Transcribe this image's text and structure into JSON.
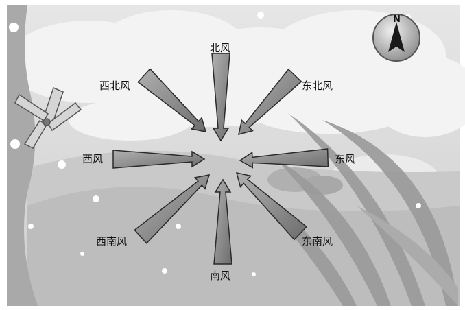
{
  "compass": {
    "north_letter": "N",
    "icon": "compass-icon"
  },
  "winds": [
    {
      "id": "north",
      "label": "北风"
    },
    {
      "id": "northwest",
      "label": "西北风"
    },
    {
      "id": "northeast",
      "label": "东北风"
    },
    {
      "id": "west",
      "label": "西风"
    },
    {
      "id": "east",
      "label": "东风"
    },
    {
      "id": "southwest",
      "label": "西南风"
    },
    {
      "id": "southeast",
      "label": "东南风"
    },
    {
      "id": "south",
      "label": "南风"
    }
  ],
  "colors": {
    "arrow_fill": "#8a8a8a",
    "arrow_stroke": "#2a2a2a",
    "sky": "#d9d9d9",
    "hill": "#bdbdbd",
    "cloud": "#f4f4f4"
  }
}
